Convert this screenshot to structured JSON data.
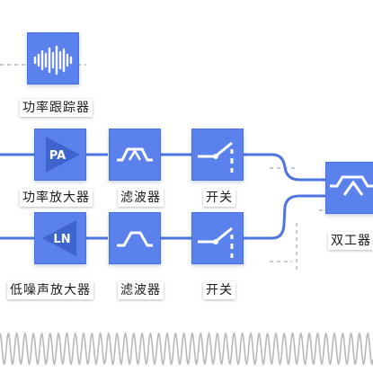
{
  "labels": {
    "power_tracker": "功率跟踪器",
    "power_amplifier": "功率放大器",
    "filter_tx": "滤波器",
    "switch_tx": "开关",
    "duplexer": "双工器",
    "low_noise_amplifier": "低噪声放大器",
    "filter_rx": "滤波器",
    "switch_rx": "开关"
  },
  "block_text": {
    "pa": "PA",
    "ln": "LN"
  },
  "colors": {
    "block": "#5b82ec",
    "line": "#4f74e0",
    "dashed": "#c3c9d8",
    "wave": "#b8b8b8"
  },
  "icons": [
    "waveform-icon",
    "amplifier-triangle-icon",
    "bandpass-filter-icon",
    "lowpass-filter-icon",
    "switch-icon",
    "duplexer-icon"
  ]
}
